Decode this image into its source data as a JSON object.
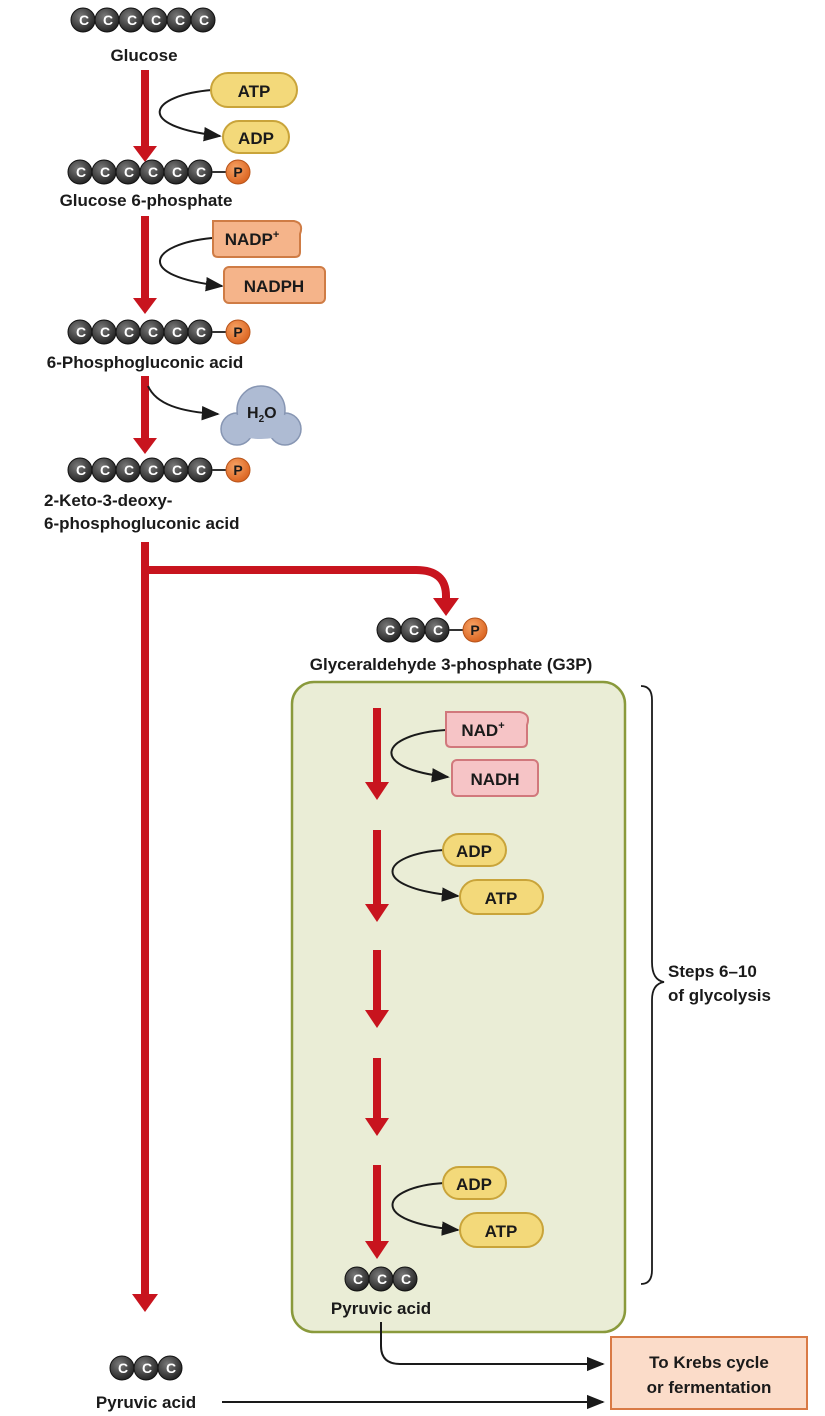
{
  "title": "",
  "colors": {
    "pathway_arrow": "#c8141e",
    "carbon_dark": "#2b2b2b",
    "phosphate": "#e8742a",
    "atp_fill": "#f3d97a",
    "atp_stroke": "#c9a43a",
    "nadp_fill": "#f5b48a",
    "nadp_stroke": "#cf7c45",
    "nad_fill": "#f6c4c6",
    "nad_stroke": "#d1787c",
    "water_fill": "#aebbd3",
    "box_fill": "#eaedd6",
    "box_stroke": "#8a9a3c",
    "krebs_fill": "#fbdcc9",
    "krebs_stroke": "#d97a45"
  },
  "carbon_symbol": "C",
  "phosphate_symbol": "P",
  "nodes": {
    "glucose": "Glucose",
    "glucose6p": "Glucose 6-phosphate",
    "phosphogluconic": "6-Phosphogluconic acid",
    "kdpg_line1": "2-Keto-3-deoxy-",
    "kdpg_line2": "6-phosphogluconic acid",
    "g3p": "Glyceraldehyde 3-phosphate (G3P)",
    "pyruvic_box": "Pyruvic acid",
    "pyruvic_main": "Pyruvic acid"
  },
  "cofactors": {
    "atp_in": "ATP",
    "adp_out": "ADP",
    "nadp_in": "NADP",
    "nadp_sup": "+",
    "nadph_out": "NADPH",
    "water_h": "H",
    "water_sub": "2",
    "water_o": "O",
    "nad_in": "NAD",
    "nad_sup": "+",
    "nadh_out": "NADH",
    "adp_in_1": "ADP",
    "atp_out_1": "ATP",
    "adp_in_2": "ADP",
    "atp_out_2": "ATP"
  },
  "bracket": {
    "line1": "Steps 6–10",
    "line2": "of glycolysis"
  },
  "destination": {
    "line1": "To Krebs cycle",
    "line2": "or fermentation"
  }
}
